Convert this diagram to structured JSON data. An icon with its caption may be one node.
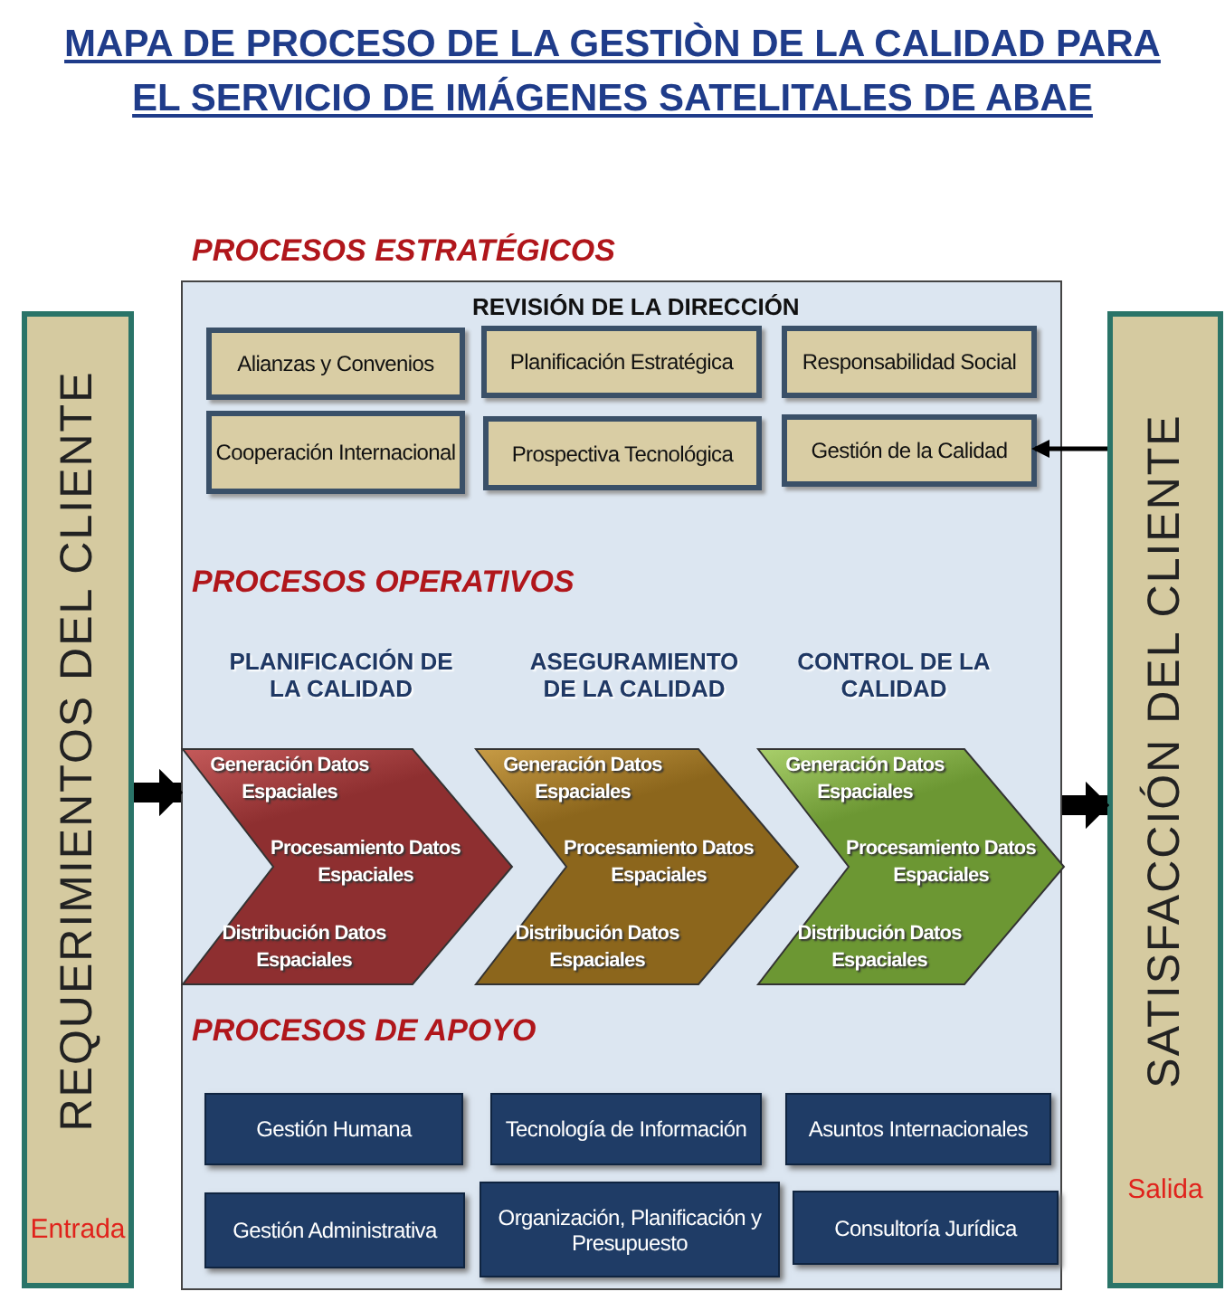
{
  "diagram": {
    "title": "MAPA DE PROCESO DE LA GESTIÒN DE LA CALIDAD PARA EL SERVICIO DE IMÁGENES SATELITALES DE ABAE",
    "nodes": [
      {
        "text": [
          "REQUERIMIENTOS DEL CLIENTE",
          "Entrada"
        ]
      },
      {
        "text": [
          "PROCESOS ESTRATÉGICOS",
          "REVISIÓN DE LA DIRECCIÓN",
          "PROCESOS OPERATIVOS",
          "PROCESOS DE APOYO"
        ]
      },
      {
        "text": [
          "Alianzas y Convenios"
        ],
        "in": 1
      },
      {
        "text": [
          "Planificación Estratégica"
        ],
        "in": 1
      },
      {
        "text": [
          "Responsabilidad Social"
        ],
        "in": 1
      },
      {
        "text": [
          "Cooperación Internacional"
        ],
        "in": 1
      },
      {
        "text": [
          "Prospectiva Tecnológica"
        ],
        "in": 1
      },
      {
        "text": [
          "Gestión de la Calidad"
        ],
        "in": 1
      },
      {
        "text": [
          "PLANIFICACIÓN DE LA CALIDAD",
          "Generación Datos Espaciales",
          "Procesamiento Datos Espaciales",
          "Distribución Datos Espaciales"
        ],
        "in": 1
      },
      {
        "text": [
          "ASEGURAMIENTO DE LA CALIDAD",
          "Generación Datos Espaciales",
          "Procesamiento Datos Espaciales",
          "Distribución Datos Espaciales"
        ],
        "in": 1
      },
      {
        "text": [
          "CONTROL DE LA CALIDAD",
          "Generación Datos Espaciales",
          "Procesamiento Datos Espaciales",
          "Distribución Datos Espaciales"
        ],
        "in": 1
      },
      {
        "text": [
          "Gestión Humana"
        ],
        "in": 1
      },
      {
        "text": [
          "Tecnología de Información"
        ],
        "in": 1
      },
      {
        "text": [
          "Asuntos Internacionales"
        ],
        "in": 1
      },
      {
        "text": [
          "Gestión Administrativa"
        ],
        "in": 1
      },
      {
        "text": [
          "Organización, Planificación y Presupuesto"
        ],
        "in": 1
      },
      {
        "text": [
          "Consultoría Jurídica"
        ],
        "in": 1
      },
      {
        "text": [
          "SATISFACCIÓN DEL CLIENTE",
          "Salida"
        ]
      }
    ],
    "edges": [
      {
        "from": 0,
        "to": 1,
        "arrow": "to"
      },
      {
        "from": 1,
        "to": 17,
        "arrow": "to"
      },
      {
        "from": 17,
        "to": 7,
        "arrow": "to"
      }
    ]
  }
}
